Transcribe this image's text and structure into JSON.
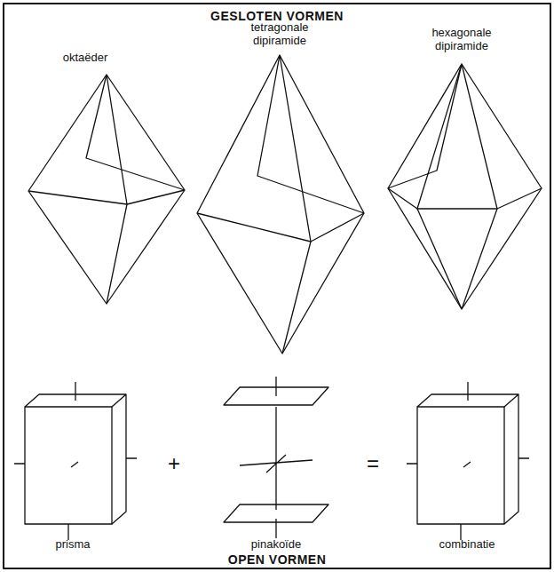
{
  "diagram": {
    "title": "GESLOTEN VORMEN",
    "caption": "OPEN VORMEN",
    "labels": [
      "oktaëder",
      "tetragonale dipiramide",
      "hexagonale dipiramide",
      "prisma",
      "pinakoïde",
      "combinatie",
      "+",
      "="
    ]
  }
}
